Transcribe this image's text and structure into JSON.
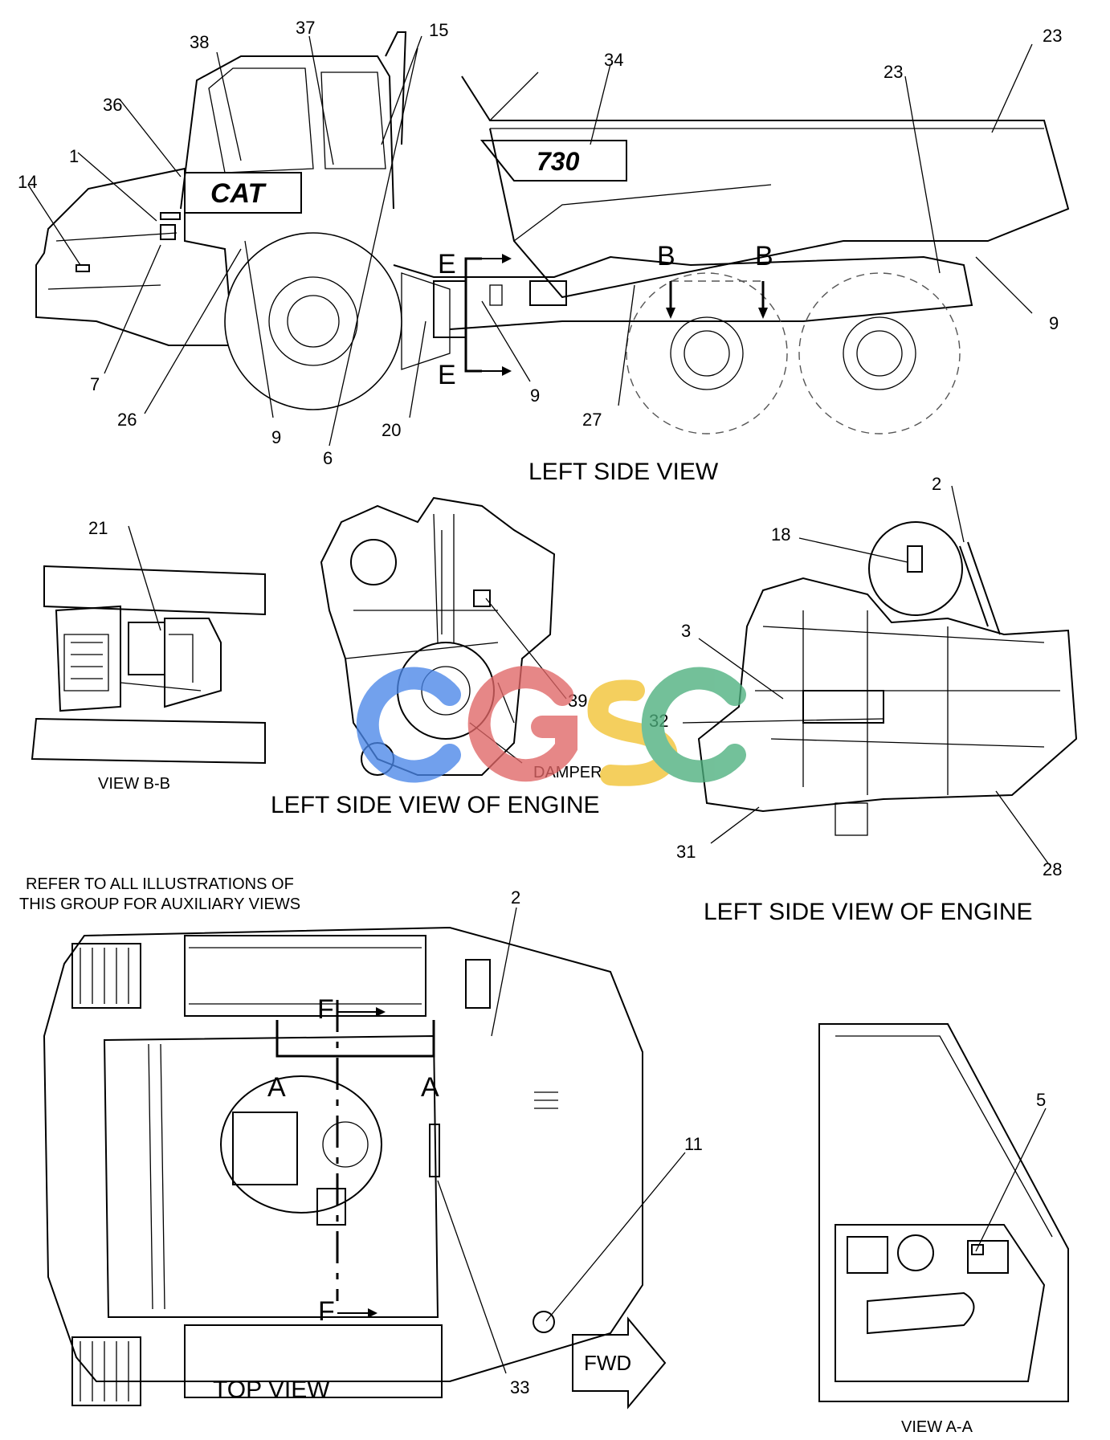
{
  "views": {
    "left_side_view": "LEFT SIDE VIEW",
    "engine_view_1": "LEFT SIDE VIEW OF ENGINE",
    "engine_view_2": "LEFT SIDE VIEW OF ENGINE",
    "view_bb": "VIEW  B-B",
    "top_view": "TOP VIEW",
    "view_aa": "VIEW  A-A"
  },
  "notes": {
    "refer_line1": "REFER TO ALL ILLUSTRATIONS OF",
    "refer_line2": "THIS GROUP FOR AUXILIARY VIEWS",
    "damper": "DAMPER",
    "fwd": "FWD"
  },
  "truck": {
    "brand": "CAT",
    "model": "730"
  },
  "section_marks": {
    "e_top": "E",
    "e_bottom": "E",
    "b_left": "B",
    "b_right": "B",
    "f_top": "F",
    "f_bottom": "F",
    "a_left": "A",
    "a_right": "A"
  },
  "callouts": {
    "c38": "38",
    "c37": "37",
    "c15": "15",
    "c34": "34",
    "c23a": "23",
    "c23b": "23",
    "c36": "36",
    "c1": "1",
    "c14": "14",
    "c7": "7",
    "c26": "26",
    "c9a": "9",
    "c6": "6",
    "c20": "20",
    "c9b": "9",
    "c27": "27",
    "c9c": "9",
    "c21": "21",
    "c39": "39",
    "c2a": "2",
    "c18": "18",
    "c3": "3",
    "c32": "32",
    "c31": "31",
    "c28": "28",
    "c2b": "2",
    "c11": "11",
    "c5": "5",
    "c33": "33"
  },
  "watermark": {
    "text": "CGSC",
    "colors": [
      "#4a86e8",
      "#e06666",
      "#f1c232",
      "#4caf7d"
    ]
  }
}
